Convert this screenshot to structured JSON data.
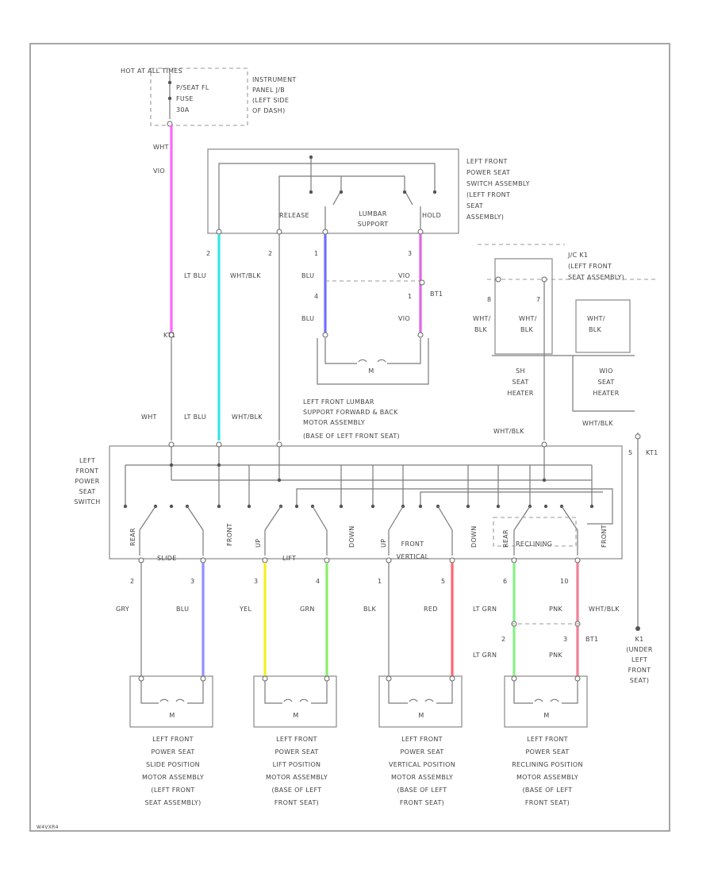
{
  "diagram_id": "W4VXR4",
  "colors": {
    "pnk": "#ff66ff",
    "lt_blu": "#33e6e6",
    "blu": "#7070ff",
    "vio": "#e066e6",
    "yel": "#f2f222",
    "grn": "#88ee66",
    "red": "#ff6670",
    "lt_grn": "#88f088",
    "pnk2": "#f08098",
    "blu2": "#9090ff"
  },
  "fuse": {
    "title": "HOT AT ALL TIMES",
    "lines": [
      "P/SEAT FL",
      "FUSE",
      "30A"
    ],
    "location": [
      "INSTRUMENT",
      "PANEL J/B",
      "(LEFT SIDE",
      "OF DASH)"
    ]
  },
  "wire_labels": {
    "pnk_top_a": "WHT",
    "pnk_top_b": "VIO",
    "lt_blu": "LT BLU",
    "wht_blk": "WHT/BLK",
    "blu": "BLU",
    "vio": "VIO",
    "wht": "WHT",
    "wht_blk_low": "WHT/BLK",
    "gry": "GRY",
    "blu_slide": "BLU",
    "yel": "YEL",
    "grn": "GRN",
    "blk": "BLK",
    "red": "RED",
    "lt_grn": "LT GRN",
    "lt_grn2": "LT GRN",
    "pnk": "PNK",
    "pnk2": "PNK",
    "wht_blk_k1": "WHT/BLK",
    "wht_blk_heat": "WHT/BLK"
  },
  "pins": {
    "lumbar_2a": "2",
    "lumbar_2b": "2",
    "lumbar_1": "1",
    "lumbar_3": "3",
    "motor_4": "4",
    "motor_1": "1",
    "slide_2": "2",
    "slide_3": "3",
    "lift_3": "3",
    "lift_4": "4",
    "vert_1": "1",
    "vert_5": "5",
    "recl_6": "6",
    "recl_10": "10",
    "recl_lt_2": "2",
    "recl_pnk_3": "3",
    "heater_8": "8",
    "heater_7": "7",
    "main_5": "5"
  },
  "connectors": {
    "lumbar_bot": "BT1",
    "k1_conn": "KT1",
    "main_k1": "KT1",
    "recl_conn": "BT1",
    "left_conn": "KT1"
  },
  "lumbar_switch": {
    "title": [
      "LEFT FRONT",
      "POWER SEAT",
      "SWITCH ASSEMBLY",
      "(LEFT FRONT",
      "SEAT",
      "ASSEMBLY)"
    ],
    "release": "RELEASE",
    "hold": "HOLD",
    "center": [
      "LUMBAR",
      "SUPPORT"
    ]
  },
  "lumbar_motor": {
    "label": [
      "LEFT FRONT LUMBAR",
      "SUPPORT FORWARD & BACK",
      "MOTOR ASSEMBLY",
      "(BASE OF LEFT FRONT SEAT)"
    ],
    "m": "M"
  },
  "heater": {
    "conn": [
      "J/C K1",
      "(LEFT FRONT",
      "SEAT ASSEMBLY)"
    ],
    "left_wire": [
      "WHT/",
      "BLK"
    ],
    "mid_wire": [
      "WHT/",
      "BLK"
    ],
    "right_wire": [
      "WHT/",
      "BLK"
    ],
    "h1": [
      "SH",
      "SEAT",
      "HEATER"
    ],
    "h2": [
      "WIO",
      "SEAT",
      "HEATER"
    ]
  },
  "main_switch": {
    "title": [
      "LEFT",
      "FRONT",
      "POWER",
      "SEAT",
      "SWITCH"
    ],
    "slide": "SLIDE",
    "lift": "LIFT",
    "front_vertical": [
      "FRONT",
      "VERTICAL"
    ],
    "reclining": "RECLINING",
    "rear": "REAR",
    "front": "FRONT",
    "up": "UP",
    "down": "DOWN",
    "up2": "UP",
    "down2": "DOWN",
    "rear2": "REAR",
    "front2": "FRONT"
  },
  "ground": [
    "K1",
    "(UNDER",
    "LEFT",
    "FRONT",
    "SEAT)"
  ],
  "motors": [
    {
      "m": "M",
      "label": [
        "LEFT FRONT",
        "POWER SEAT",
        "SLIDE POSITION",
        "MOTOR ASSEMBLY",
        "(LEFT FRONT",
        "SEAT ASSEMBLY)"
      ]
    },
    {
      "m": "M",
      "label": [
        "LEFT FRONT",
        "POWER SEAT",
        "LIFT POSITION",
        "MOTOR ASSEMBLY",
        "(BASE OF LEFT",
        "FRONT SEAT)"
      ]
    },
    {
      "m": "M",
      "label": [
        "LEFT FRONT",
        "POWER SEAT",
        "VERTICAL POSITION",
        "MOTOR ASSEMBLY",
        "(BASE OF LEFT",
        "FRONT SEAT)"
      ]
    },
    {
      "m": "M",
      "label": [
        "LEFT FRONT",
        "POWER SEAT",
        "RECLINING POSITION",
        "MOTOR ASSEMBLY",
        "(BASE OF LEFT",
        "FRONT SEAT)"
      ]
    }
  ]
}
